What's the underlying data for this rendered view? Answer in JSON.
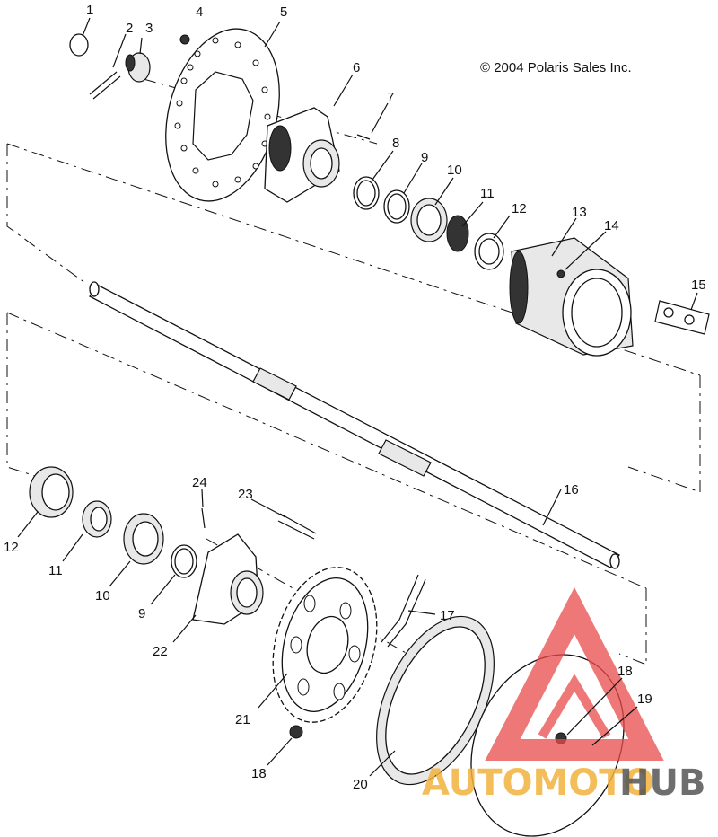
{
  "copyright": "© 2004 Polaris Sales Inc.",
  "watermark": {
    "text_left": "AUTOMOTO",
    "text_right": "HUB",
    "color_left": "#f2b23e",
    "color_right": "#555555",
    "logo_color": "#e94a4a"
  },
  "callouts": {
    "c1": "1",
    "c2": "2",
    "c3": "3",
    "c4": "4",
    "c5": "5",
    "c6": "6",
    "c7": "7",
    "c8": "8",
    "c9a": "9",
    "c10a": "10",
    "c11a": "11",
    "c12a": "12",
    "c13": "13",
    "c14": "14",
    "c15": "15",
    "c16": "16",
    "c17": "17",
    "c18a": "18",
    "c19": "19",
    "c12b": "12",
    "c11b": "11",
    "c10b": "10",
    "c9b": "9",
    "c22": "22",
    "c24": "24",
    "c23": "23",
    "c21": "21",
    "c18b": "18",
    "c20": "20"
  }
}
